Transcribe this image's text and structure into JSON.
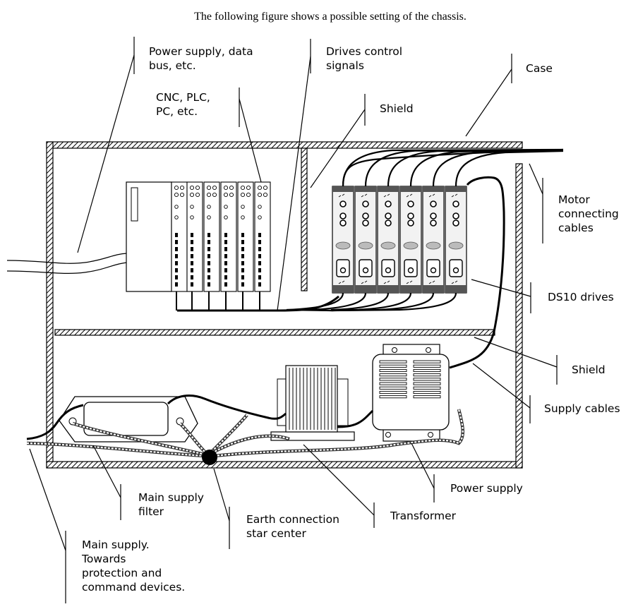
{
  "caption": "The following figure shows a possible setting of the chassis.",
  "labels": {
    "power_supply_bus": [
      "Power supply, data",
      "bus, etc."
    ],
    "drives_control": [
      "Drives control",
      "signals"
    ],
    "case": [
      "Case"
    ],
    "cnc_plc": [
      "CNC, PLC,",
      "PC, etc."
    ],
    "shield_top": [
      "Shield"
    ],
    "motor_cables": [
      "Motor",
      "connecting",
      "cables"
    ],
    "ds10_drives": [
      "DS10 drives"
    ],
    "shield_mid": [
      "Shield"
    ],
    "supply_cables": [
      "Supply cables"
    ],
    "power_supply": [
      "Power supply"
    ],
    "main_filter": [
      "Main supply",
      "filter"
    ],
    "earth_star": [
      "Earth connection",
      "star center"
    ],
    "transformer": [
      "Transformer"
    ],
    "main_supply": [
      "Main supply.",
      "Towards",
      "protection and",
      "command devices."
    ]
  }
}
